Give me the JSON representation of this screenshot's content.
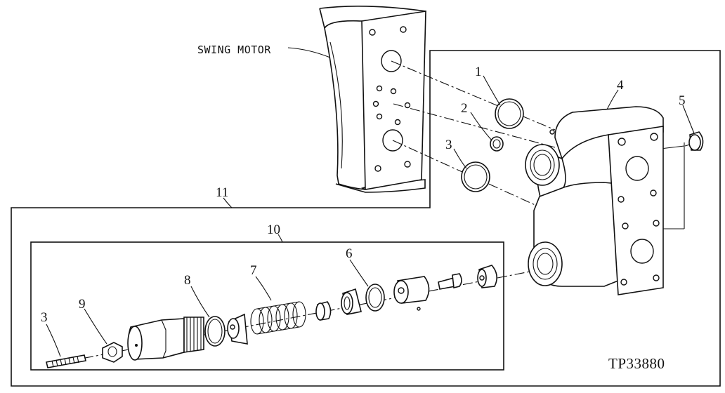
{
  "labels": {
    "swing_motor": "SWING MOTOR",
    "item_1": "1",
    "item_2": "2",
    "item_3_upper": "3",
    "item_4": "4",
    "item_5": "5",
    "item_6": "6",
    "item_7": "7",
    "item_8": "8",
    "item_9": "9",
    "item_3_lower": "3",
    "item_10": "10",
    "item_11": "11"
  },
  "figure_code": "TP33880",
  "colors": {
    "ink": "#111111",
    "paper": "#ffffff"
  }
}
